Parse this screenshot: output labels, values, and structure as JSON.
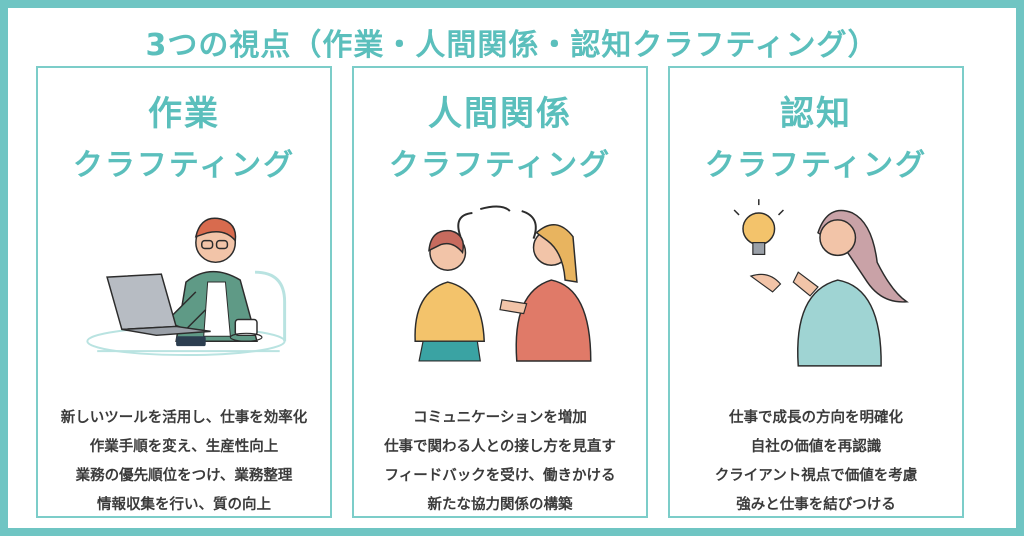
{
  "title": "3つの視点（作業・人間関係・認知クラフティング）",
  "cards": [
    {
      "heading": "作業",
      "subheading": "クラフティング",
      "points": [
        "新しいツールを活用し、仕事を効率化",
        "作業手順を変え、生産性向上",
        "業務の優先順位をつけ、業務整理",
        "情報収集を行い、質の向上"
      ]
    },
    {
      "heading": "人間関係",
      "subheading": "クラフティング",
      "points": [
        "コミュニケーションを増加",
        "仕事で関わる人との接し方を見直す",
        "フィードバックを受け、働きかける",
        "新たな協力関係の構築"
      ]
    },
    {
      "heading": "認知",
      "subheading": "クラフティング",
      "points": [
        "仕事で成長の方向を明確化",
        "自社の価値を再認識",
        "クライアント視点で価値を考慮",
        "強みと仕事を結びつける"
      ]
    }
  ],
  "colors": {
    "accent": "#5bbfbc",
    "border": "#7ccdc9",
    "background": "#6fc5c3",
    "text": "#3b3b3b"
  }
}
